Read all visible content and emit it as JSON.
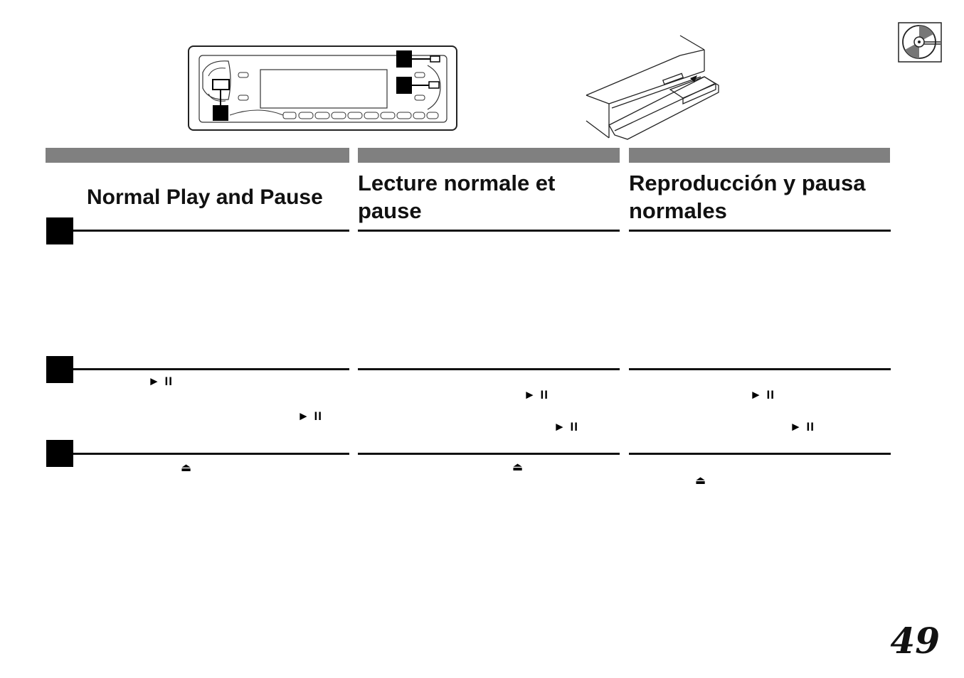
{
  "illustrations": {
    "head_unit": "car-stereo-faceplate",
    "cd_changer": "cd-changer-cartridge-drawer",
    "section_icon": "cd-disc-icon"
  },
  "columns": {
    "en": {
      "title": "Normal Play and Pause"
    },
    "fr": {
      "title": "Lecture normale et pause"
    },
    "es": {
      "title": "Reproducción y pausa normales"
    }
  },
  "symbols": {
    "play_pause": "► II",
    "eject": "⏏"
  },
  "page_number": "49"
}
